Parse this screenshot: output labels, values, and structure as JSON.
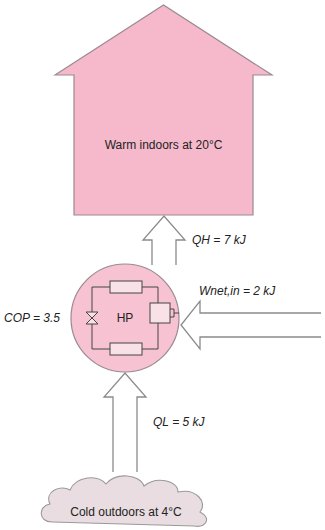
{
  "diagram": {
    "nodes": [
      {
        "text": [
          "Warm indoors at 20°C"
        ]
      },
      {
        "text": [
          "HP"
        ]
      },
      {
        "text": [
          "Cold outdoors at 4°C"
        ]
      }
    ],
    "edges": [
      {
        "from": 2,
        "to": 1,
        "arrow": "to",
        "label": "QL = 5 kJ"
      },
      {
        "from": 1,
        "to": 0,
        "arrow": "to",
        "label": "QH = 7 kJ"
      }
    ],
    "labels": [
      "COP = 3.5",
      "Wnet,in = 2 kJ"
    ]
  }
}
